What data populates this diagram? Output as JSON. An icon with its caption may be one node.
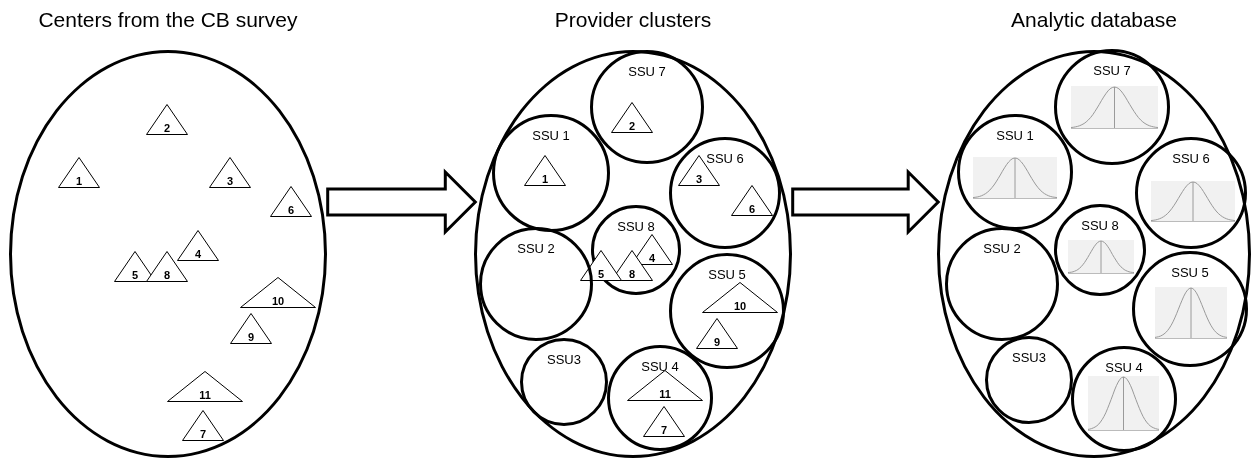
{
  "diagram": {
    "nodes": [
      {
        "text": [
          "Centers from the CB survey"
        ]
      },
      {
        "text": [
          "2"
        ],
        "in": 0
      },
      {
        "text": [
          "1"
        ],
        "in": 0
      },
      {
        "text": [
          "3"
        ],
        "in": 0
      },
      {
        "text": [
          "6"
        ],
        "in": 0
      },
      {
        "text": [
          "4"
        ],
        "in": 0
      },
      {
        "text": [
          "5"
        ],
        "in": 0
      },
      {
        "text": [
          "8"
        ],
        "in": 0
      },
      {
        "text": [
          "10"
        ],
        "in": 0
      },
      {
        "text": [
          "9"
        ],
        "in": 0
      },
      {
        "text": [
          "11"
        ],
        "in": 0
      },
      {
        "text": [
          "7"
        ],
        "in": 0
      },
      {
        "text": [
          "Provider clusters"
        ]
      },
      {
        "text": [
          "SSU 7"
        ],
        "in": 12
      },
      {
        "text": [
          "2"
        ],
        "in": 13
      },
      {
        "text": [
          "SSU 1"
        ],
        "in": 12
      },
      {
        "text": [
          "1"
        ],
        "in": 15
      },
      {
        "text": [
          "SSU 6"
        ],
        "in": 12
      },
      {
        "text": [
          "3"
        ],
        "in": 17
      },
      {
        "text": [
          "6"
        ],
        "in": 17
      },
      {
        "text": [
          "SSU 8"
        ],
        "in": 12
      },
      {
        "text": [
          "4"
        ],
        "in": 20
      },
      {
        "text": [
          "5"
        ],
        "in": 12
      },
      {
        "text": [
          "8"
        ],
        "in": 20
      },
      {
        "text": [
          "SSU 2"
        ],
        "in": 12
      },
      {
        "text": [
          "SSU 5"
        ],
        "in": 12
      },
      {
        "text": [
          "10"
        ],
        "in": 25
      },
      {
        "text": [
          "9"
        ],
        "in": 25
      },
      {
        "text": [
          "SSU3"
        ],
        "in": 12
      },
      {
        "text": [
          "SSU 4"
        ],
        "in": 12
      },
      {
        "text": [
          "11"
        ],
        "in": 29
      },
      {
        "text": [
          "7"
        ],
        "in": 29
      },
      {
        "text": [
          "Analytic database"
        ]
      },
      {
        "text": [
          "SSU 7"
        ],
        "in": 32
      },
      {
        "text": [
          "SSU 1"
        ],
        "in": 32
      },
      {
        "text": [
          "SSU 6"
        ],
        "in": 32
      },
      {
        "text": [
          "SSU 8"
        ],
        "in": 32
      },
      {
        "text": [
          "SSU 2"
        ],
        "in": 32
      },
      {
        "text": [
          "SSU 5"
        ],
        "in": 32
      },
      {
        "text": [
          "SSU3"
        ],
        "in": 32
      },
      {
        "text": [
          "SSU 4"
        ],
        "in": 32
      }
    ],
    "edges": [
      {
        "from": 0,
        "to": 12,
        "arrow": "to"
      },
      {
        "from": 12,
        "to": 32,
        "arrow": "to"
      }
    ]
  }
}
